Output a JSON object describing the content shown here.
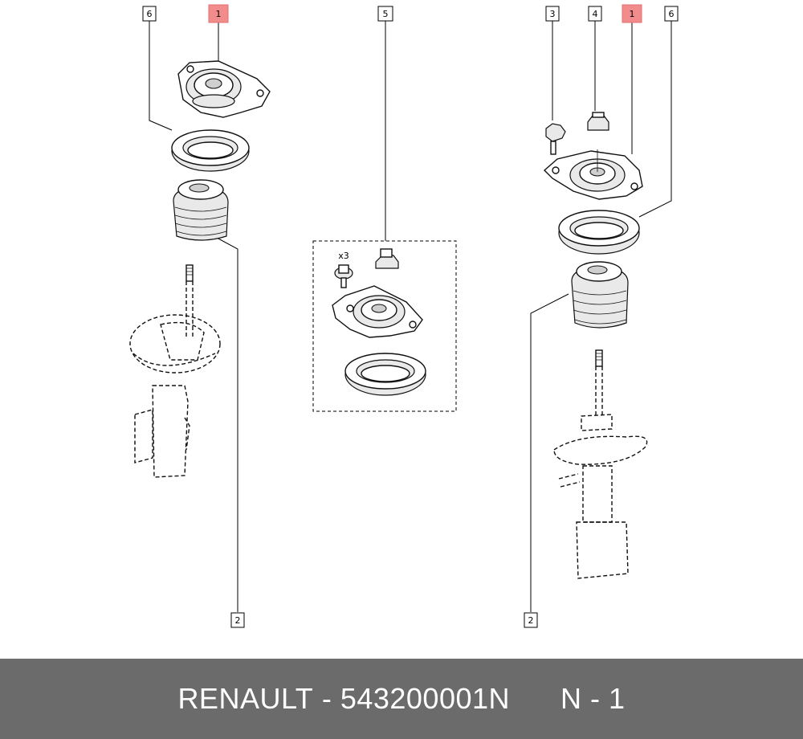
{
  "callouts": {
    "left_6": "6",
    "left_1": "1",
    "kit_5": "5",
    "right_3": "3",
    "right_4": "4",
    "right_1": "1",
    "right_6": "6",
    "left_2": "2",
    "right_2": "2"
  },
  "kit": {
    "bolt_qty": "x3"
  },
  "colors": {
    "highlight": "#f28b8b",
    "footer_bg": "#6b6b6b",
    "footer_text": "#ffffff"
  },
  "footer": {
    "brand": "RENAULT",
    "separator": "-",
    "part_number": "543200001N",
    "note": "N - 1"
  }
}
